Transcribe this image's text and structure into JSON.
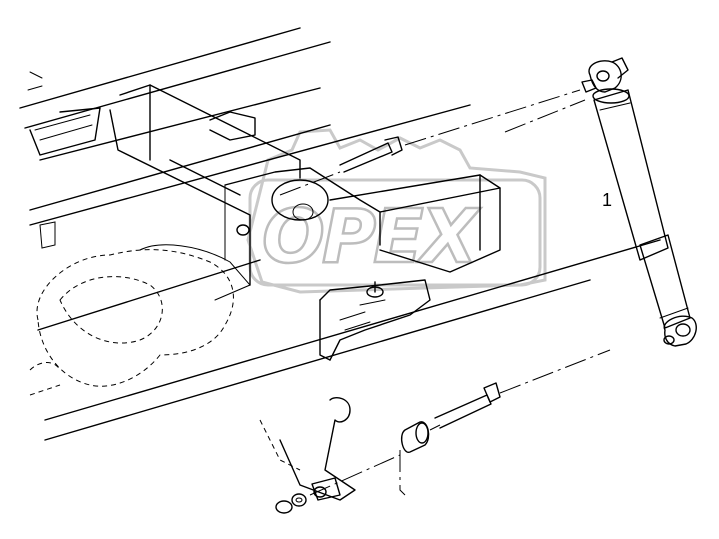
{
  "diagram": {
    "callouts": [
      {
        "id": "part-1",
        "label": "1"
      }
    ],
    "watermark": {
      "text": "OPEX",
      "color": "#c9c9c9"
    },
    "line_color": "#000000",
    "background": "#ffffff"
  }
}
